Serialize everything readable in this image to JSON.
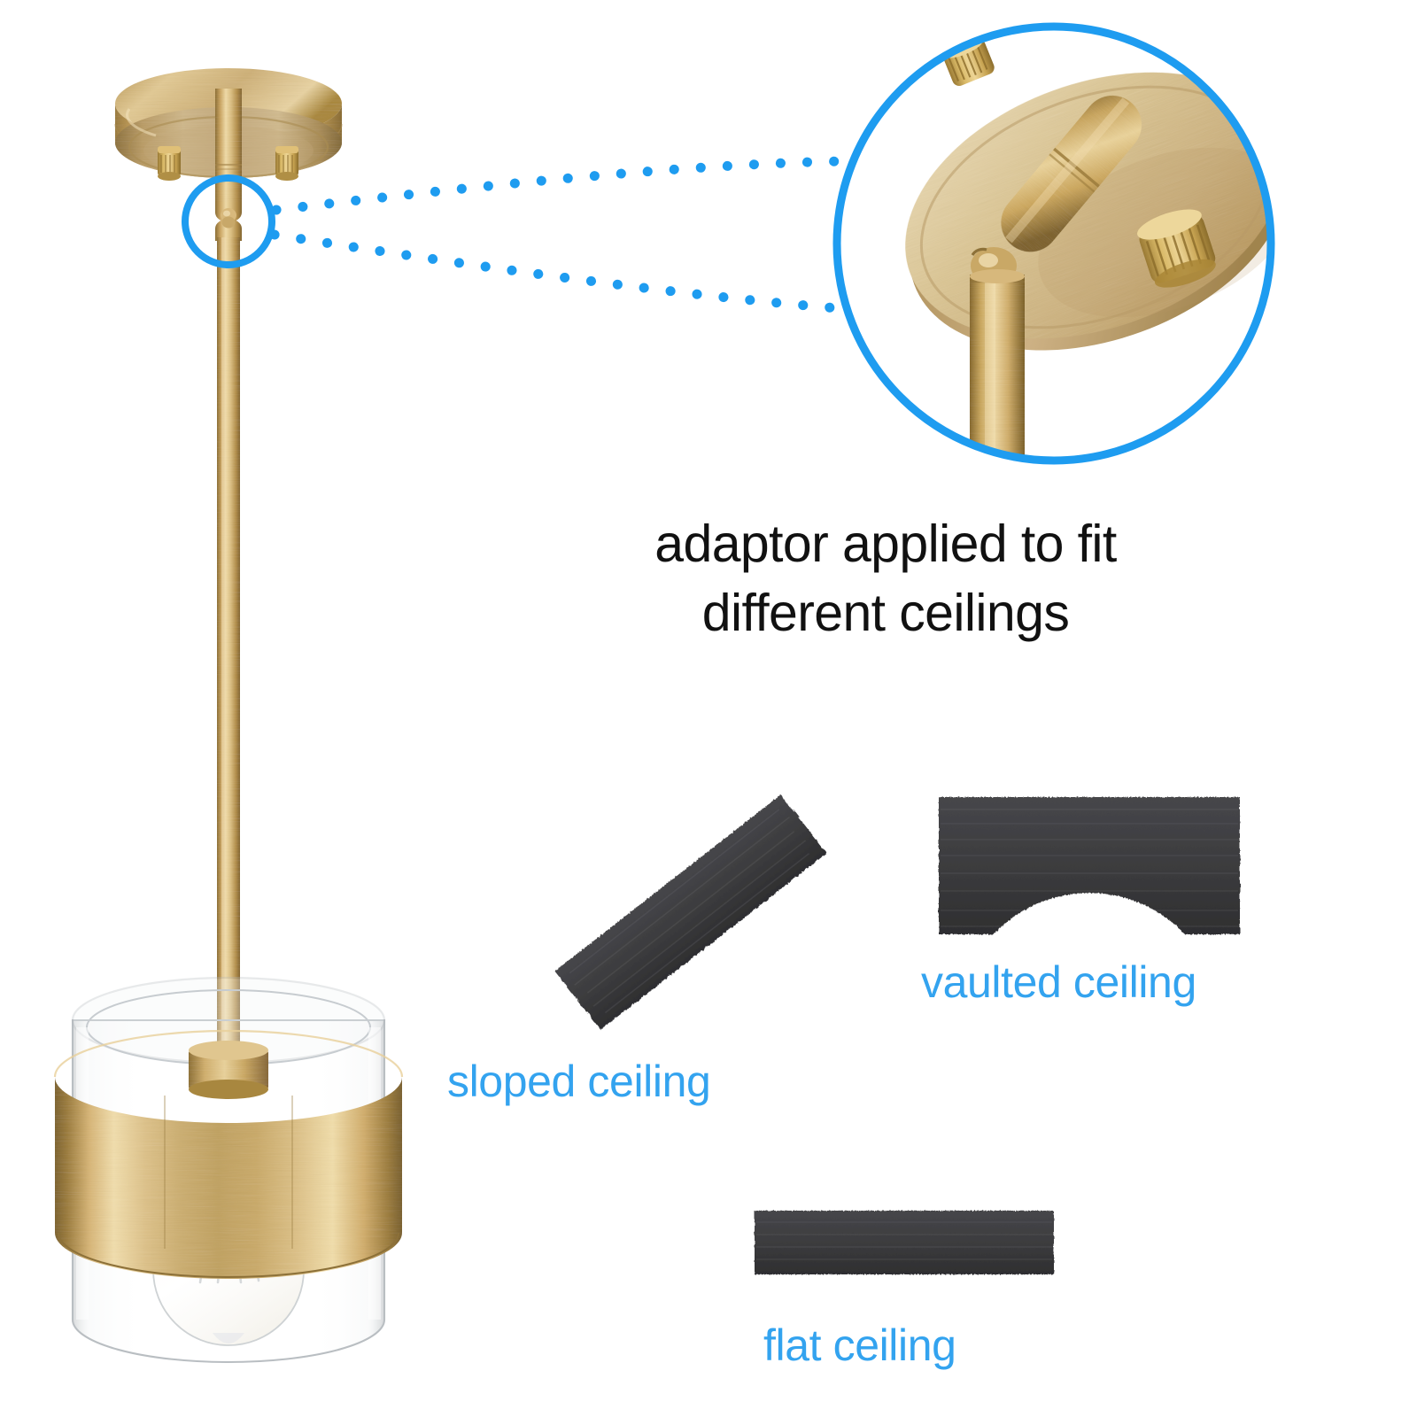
{
  "headline": {
    "line1": "adaptor applied to fit",
    "line2": "different ceilings"
  },
  "ceiling_options": [
    {
      "id": "sloped",
      "label": "sloped ceiling",
      "icon": "sloped-beam-icon"
    },
    {
      "id": "vaulted",
      "label": "vaulted ceiling",
      "icon": "vaulted-arch-icon"
    },
    {
      "id": "flat",
      "label": "flat ceiling",
      "icon": "flat-bar-icon"
    }
  ],
  "colors": {
    "accent_blue": "#1e9cf0",
    "label_blue": "#33a3ef",
    "headline_black": "#111111",
    "ceiling_gray": "#3c3c3e",
    "brass_light": "#f0dba5",
    "brass_mid": "#c9a059",
    "brass_dark": "#8a6d35",
    "background": "#ffffff"
  },
  "product": {
    "name": "brass pendant light",
    "parts": {
      "canopy": "ceiling-canopy",
      "thumbscrews": "canopy-thumbscrew",
      "swivel": "swivel-adaptor-joint",
      "downrod": "downrod",
      "glass_shade": "clear-glass-cylinder-shade",
      "brass_band": "brass-shade-band",
      "bulb": "globe-edison-bulb"
    }
  },
  "callout": {
    "highlight_circle": "swivel-joint-highlight-circle",
    "magnified_circle": "swivel-joint-magnified-inset",
    "leader_style": "dotted"
  }
}
